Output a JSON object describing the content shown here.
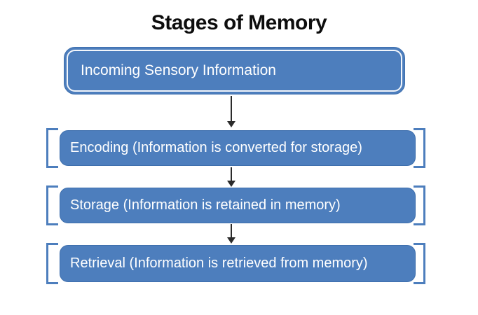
{
  "title": "Stages of Memory",
  "stages": [
    {
      "id": "incoming-sensory",
      "label": "Incoming Sensory Information"
    },
    {
      "id": "encoding",
      "label": "Encoding (Information is converted for storage)"
    },
    {
      "id": "storage",
      "label": "Storage (Information is retained in memory)"
    },
    {
      "id": "retrieval",
      "label": "Retrieval (Information is retrieved from memory)"
    }
  ],
  "connectors": [
    {
      "icon": "arrow-down-icon"
    },
    {
      "icon": "arrow-down-icon"
    },
    {
      "icon": "arrow-down-icon"
    }
  ],
  "colors": {
    "box_fill": "#4d7ebd",
    "box_border": "#3e6fad",
    "bracket": "#4d7ebd",
    "inner_keyline": "#f2f6fb",
    "label_text": "#ffffff",
    "title_text": "#0d0d0d",
    "arrow": "#2b2b2b",
    "background": "#ffffff"
  }
}
